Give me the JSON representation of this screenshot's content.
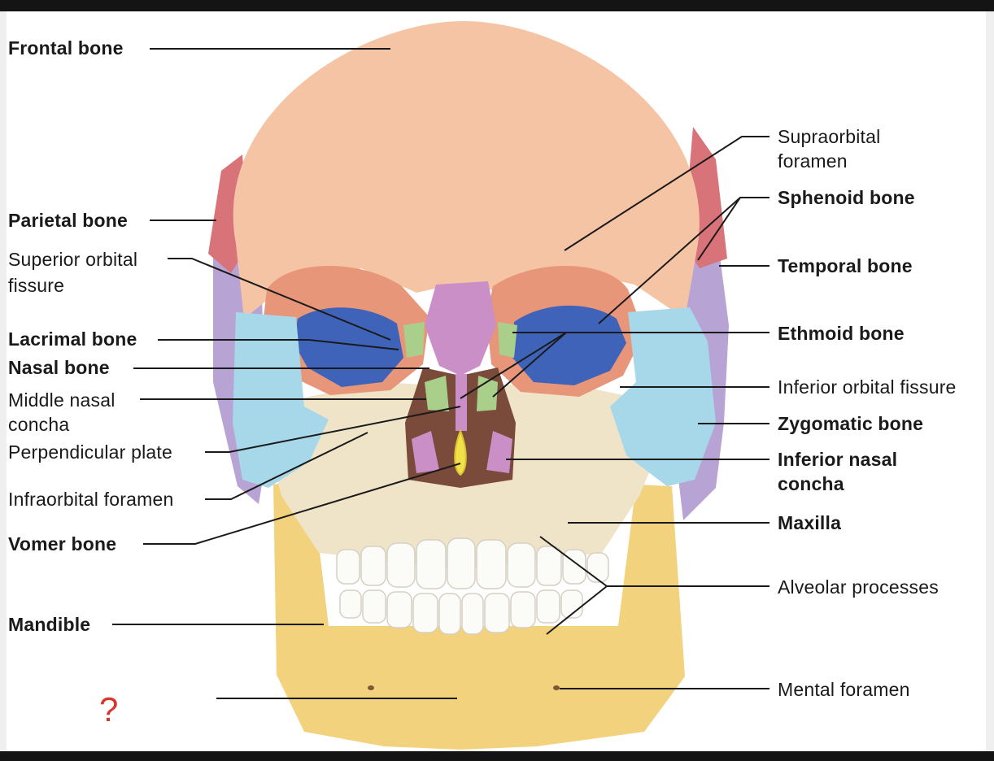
{
  "labels_left": [
    {
      "id": "frontal-bone",
      "lines": [
        "Frontal bone"
      ],
      "bold": true
    },
    {
      "id": "parietal-bone",
      "lines": [
        "Parietal bone"
      ],
      "bold": true
    },
    {
      "id": "superior-orbital-fissure",
      "lines": [
        "Superior orbital",
        "fissure"
      ],
      "bold": false
    },
    {
      "id": "lacrimal-bone",
      "lines": [
        "Lacrimal bone"
      ],
      "bold": true
    },
    {
      "id": "nasal-bone",
      "lines": [
        "Nasal bone"
      ],
      "bold": true
    },
    {
      "id": "middle-nasal-concha",
      "lines": [
        "Middle nasal",
        "concha"
      ],
      "bold": false
    },
    {
      "id": "perpendicular-plate",
      "lines": [
        "Perpendicular plate"
      ],
      "bold": false
    },
    {
      "id": "infraorbital-foramen",
      "lines": [
        "Infraorbital foramen"
      ],
      "bold": false
    },
    {
      "id": "vomer-bone",
      "lines": [
        "Vomer bone"
      ],
      "bold": true
    },
    {
      "id": "mandible",
      "lines": [
        "Mandible"
      ],
      "bold": true
    }
  ],
  "labels_right": [
    {
      "id": "supraorbital-foramen",
      "lines": [
        "Supraorbital",
        "foramen"
      ],
      "bold": false
    },
    {
      "id": "sphenoid-bone",
      "lines": [
        "Sphenoid bone"
      ],
      "bold": true
    },
    {
      "id": "temporal-bone",
      "lines": [
        "Temporal bone"
      ],
      "bold": true
    },
    {
      "id": "ethmoid-bone",
      "lines": [
        "Ethmoid bone"
      ],
      "bold": true
    },
    {
      "id": "inferior-orbital-fissure",
      "lines": [
        "Inferior orbital fissure"
      ],
      "bold": false
    },
    {
      "id": "zygomatic-bone",
      "lines": [
        "Zygomatic bone"
      ],
      "bold": true
    },
    {
      "id": "inferior-nasal-concha",
      "lines": [
        "Inferior nasal",
        "concha"
      ],
      "bold": true
    },
    {
      "id": "maxilla",
      "lines": [
        "Maxilla"
      ],
      "bold": true
    },
    {
      "id": "alveolar-processes",
      "lines": [
        "Alveolar processes"
      ],
      "bold": false
    },
    {
      "id": "mental-foramen",
      "lines": [
        "Mental foramen"
      ],
      "bold": false
    }
  ],
  "unknown_label": "?",
  "colors": {
    "frontal": "#f5c4a4",
    "parietal": "#d8737a",
    "temporal": "#b8a4d4",
    "sphenoid": "#3f63b8",
    "ethmoid_nasal": "#c98fc6",
    "lacrimal_concha": "#a9cf8a",
    "zygomatic": "#a6d8ea",
    "maxilla": "#f0e4c8",
    "mandible": "#f2d27c",
    "vomer": "#f0e04a",
    "teeth": "#fbfbf8",
    "leader": "#1a1a1a",
    "question": "#d8362b"
  }
}
